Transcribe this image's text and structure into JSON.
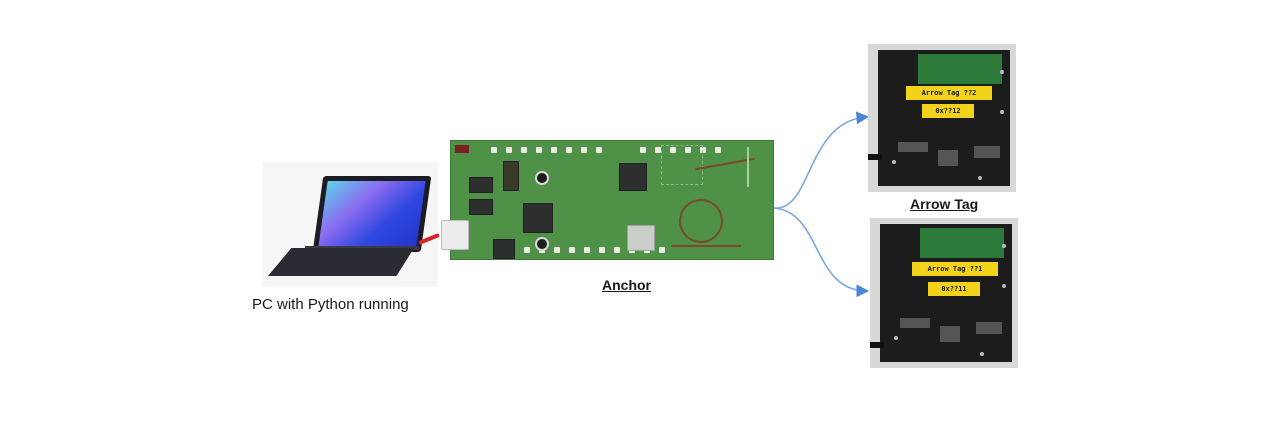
{
  "diagram": {
    "pc": {
      "label": "PC with Python running",
      "icon": "laptop-icon"
    },
    "anchor": {
      "label": "Anchor",
      "icon": "pcb-board-icon"
    },
    "arrow_tags": {
      "label": "Arrow Tag",
      "items": [
        {
          "sticker_line1": "Arrow Tag ??2",
          "sticker_line2": "0x??12"
        },
        {
          "sticker_line1": "Arrow Tag ??1",
          "sticker_line2": "0x??11"
        }
      ]
    },
    "connections": [
      {
        "from": "pc",
        "to": "anchor",
        "style": "red-cable"
      },
      {
        "from": "anchor",
        "to": "arrow-tag-1",
        "style": "blue-arrow"
      },
      {
        "from": "anchor",
        "to": "arrow-tag-2",
        "style": "blue-arrow"
      }
    ],
    "colors": {
      "arrow": "#4a86d8",
      "cable": "#d22828",
      "pcb_green": "#4f9147",
      "sticker_yellow": "#f2d21a"
    }
  }
}
